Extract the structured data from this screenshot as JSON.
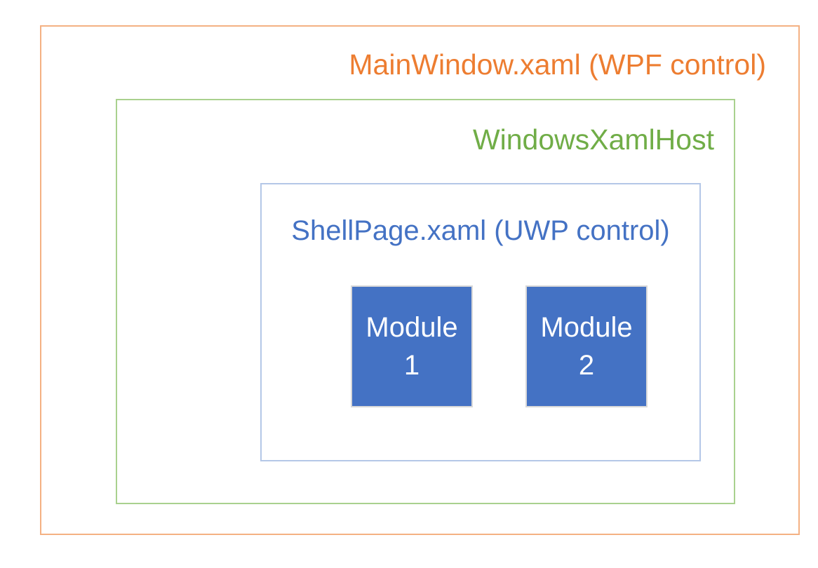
{
  "diagram": {
    "mainwindow": {
      "label": "MainWindow.xaml (WPF control)"
    },
    "host": {
      "label": "WindowsXamlHost"
    },
    "shell": {
      "label": "ShellPage.xaml (UWP control)"
    },
    "modules": [
      {
        "name": "Module",
        "number": "1"
      },
      {
        "name": "Module",
        "number": "2"
      }
    ]
  },
  "colors": {
    "orange-text": "#ED7D31",
    "orange-border": "#F4B183",
    "green-text": "#70AD47",
    "green-border": "#A9D18E",
    "blue-text": "#4472C4",
    "blue-border": "#B4C7E7",
    "module-fill": "#4472C4",
    "module-border": "#D9D9D9",
    "module-text": "#FFFFFF",
    "page-bg": "#FFFFFF"
  }
}
